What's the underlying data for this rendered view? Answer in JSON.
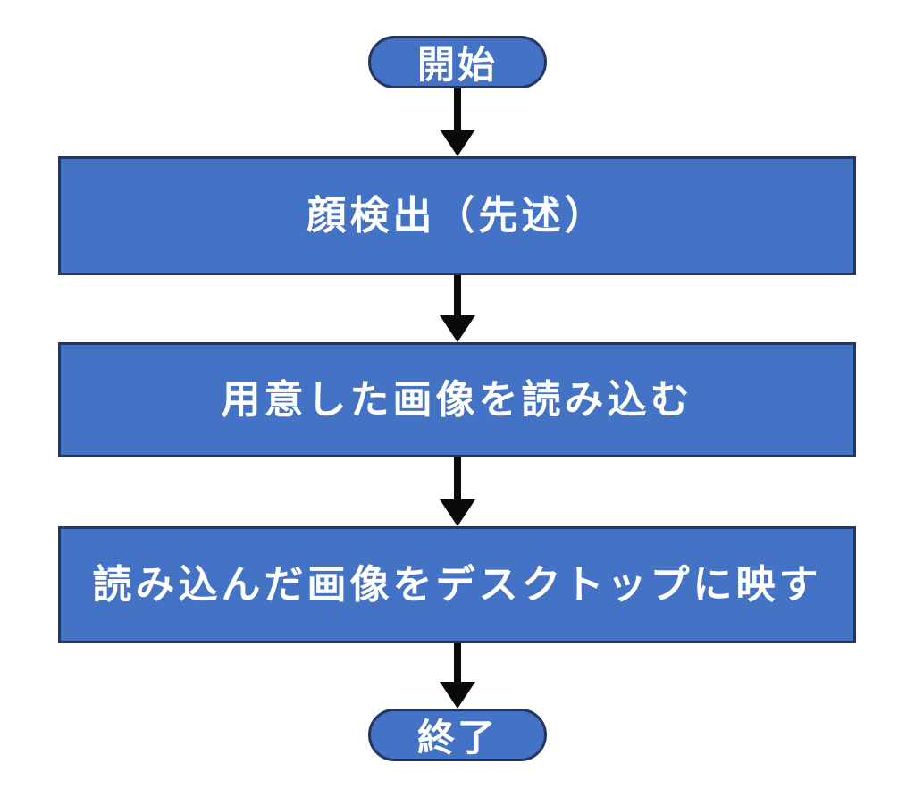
{
  "flowchart": {
    "title": "Face detection image display flow",
    "type": "flowchart",
    "direction": "top-to-bottom",
    "start": {
      "label": "開始",
      "shape": "terminal"
    },
    "steps": [
      {
        "label": "顔検出（先述）",
        "shape": "process"
      },
      {
        "label": "用意した画像を読み込む",
        "shape": "process"
      },
      {
        "label": "読み込んだ画像をデスクトップに映す",
        "shape": "process"
      }
    ],
    "end": {
      "label": "終了",
      "shape": "terminal"
    },
    "connectors": [
      {
        "from": "start",
        "to": "step-1",
        "style": "arrow-down"
      },
      {
        "from": "step-1",
        "to": "step-2",
        "style": "arrow-down"
      },
      {
        "from": "step-2",
        "to": "step-3",
        "style": "arrow-down"
      },
      {
        "from": "step-3",
        "to": "end",
        "style": "arrow-down"
      }
    ],
    "colors": {
      "node_fill": "#4472C4",
      "node_border": "#24355F",
      "node_text": "#FFFFFF",
      "arrow": "#0A0A0A",
      "background": "#FFFFFF"
    }
  }
}
